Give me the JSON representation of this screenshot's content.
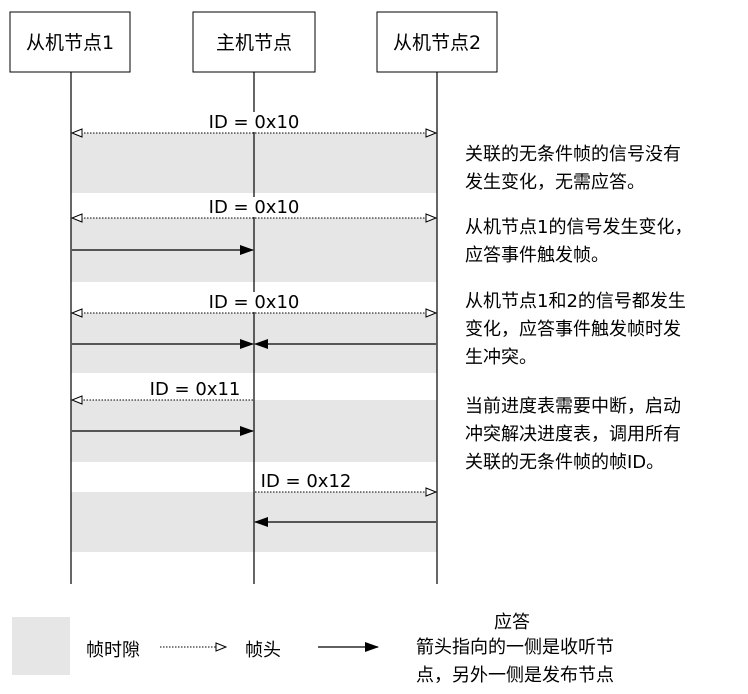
{
  "colors": {
    "slot_fill": "#e6e6e6",
    "line": "#000000"
  },
  "nodes": [
    {
      "label": "从机节点1"
    },
    {
      "label": "主机节点"
    },
    {
      "label": "从机节点2"
    }
  ],
  "frames": [
    {
      "id_label": "ID = 0x10"
    },
    {
      "id_label": "ID = 0x10"
    },
    {
      "id_label": "ID = 0x10"
    },
    {
      "id_label": "ID = 0x11"
    },
    {
      "id_label": "ID = 0x12"
    }
  ],
  "notes": [
    {
      "lines": [
        "关联的无条件帧的信号没有",
        "发生变化，无需应答。"
      ]
    },
    {
      "lines": [
        "从机节点1的信号发生变化，",
        "应答事件触发帧。"
      ]
    },
    {
      "lines": [
        "从机节点1和2的信号都发生",
        "变化，应答事件触发帧时发",
        "生冲突。"
      ]
    },
    {
      "lines": [
        "当前进度表需要中断，启动",
        "冲突解决进度表，调用所有",
        "关联的无条件帧的帧ID。"
      ]
    }
  ],
  "legend": {
    "slot_label": "帧时隙",
    "header_label": "帧头",
    "response_title": "应答",
    "response_desc_lines": [
      "箭头指向的一侧是收听节",
      "点，另外一侧是发布节点"
    ]
  }
}
